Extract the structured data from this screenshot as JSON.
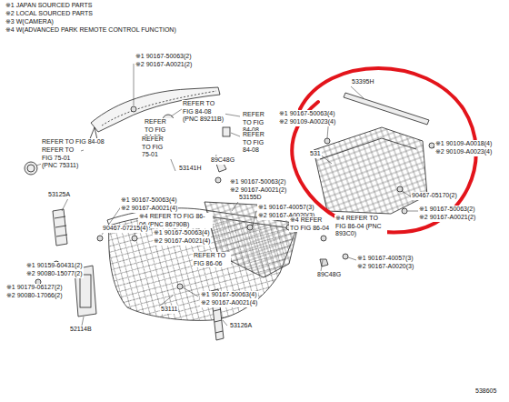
{
  "diagram": {
    "labels": [
      "※1 JAPAN SOURCED PARTS",
      "※2 LOCAL SOURCED PARTS",
      "※3 W(CAMERA)",
      "※4 W(ADVANCED PARK REMOTE CONTROL FUNCTION)",
      "※1 90167-50063(2)",
      "※2 90167-A0021(2)",
      "REFER TO FIG 84-08",
      "REFER TO FIG 75-01",
      "REFER TO FIG 84-08 (PNC 89211B)",
      "REFER TO FIG 84-08",
      "REFER TO FIG 84-08",
      "REFER TO FIG 84-08",
      "REFER TO FIG 75-01 (PNC 75311)",
      "53141H",
      "89C48G",
      "※1 90167-50063(2)",
      "※2 90167-A0021(2)",
      "53125A",
      "※1 90167-50063(4)",
      "※2 90167-A0021(4)",
      "※4 REFER TO FIG 86-06 (PNC 86790B)",
      "90467-07215(4)",
      "※1 90167-50063(4)",
      "※2 90167-A0021(4)",
      "53155D",
      "※1 90167-40057(3)",
      "※2 90167-A0020(3)",
      "※4 REFER TO FIG 86-04",
      "※4 REFER TO FIG 86-04 (PNC 893C0)",
      "REFER TO FIG 86-06",
      "※1 90159-60431(2)",
      "※2 90080-15077(2)",
      "※1 90179-06127(2)",
      "※2 90080-17066(2)",
      "89C48G",
      "※1 90167-40057(3)",
      "※2 90167-A0020(3)",
      "※1 90167-50063(4)",
      "※2 90167-A0021(4)",
      "53111",
      "53126A",
      "52114B",
      "53395H",
      "※1 90167-50063(4)",
      "※2 90109-A0023(4)",
      "531",
      "※1 90109-A0018(4)",
      "※2 90109-A0023(4)",
      "90467-05170(2)",
      "※1 90167-50063(2)",
      "※2 90167-A0021(2)",
      "538605"
    ]
  }
}
